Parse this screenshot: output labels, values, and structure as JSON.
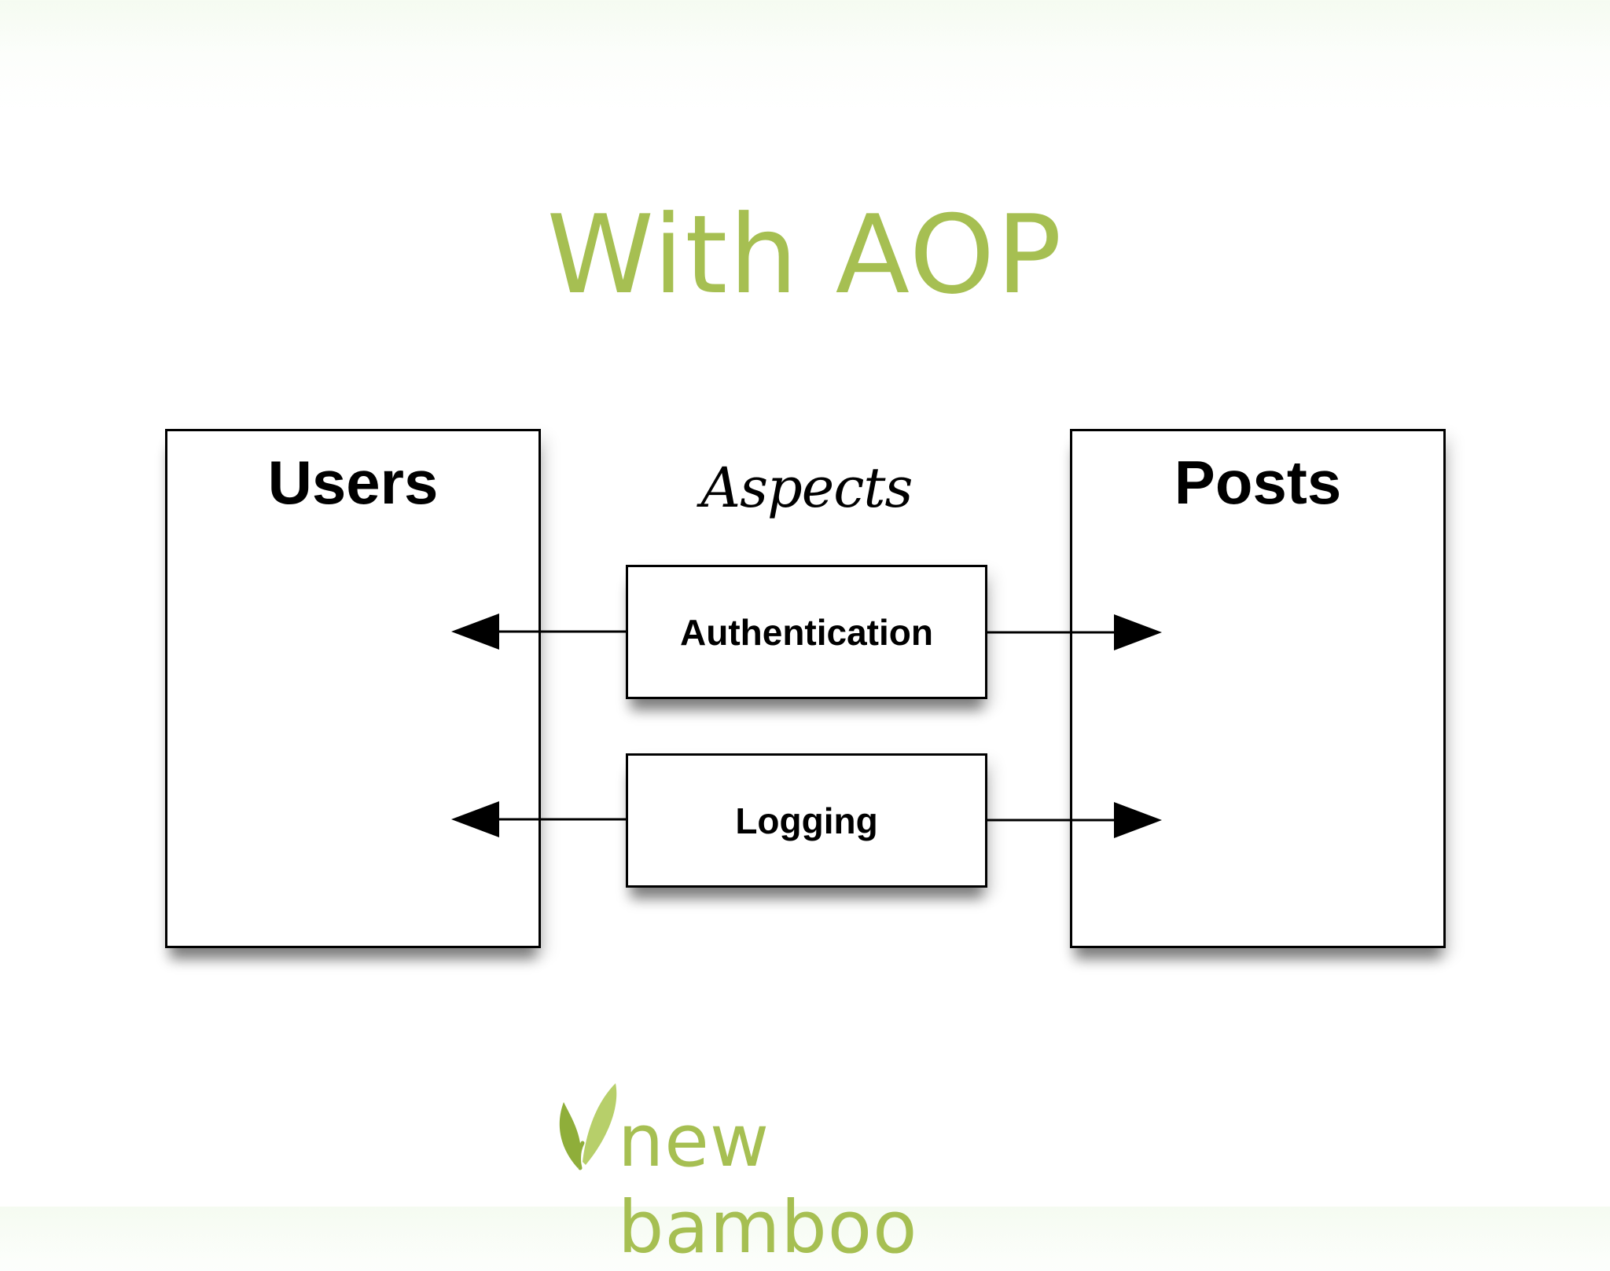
{
  "slide": {
    "title": "With AOP"
  },
  "diagram": {
    "left_entity": "Users",
    "right_entity": "Posts",
    "aspects_heading": "Aspects",
    "aspects": [
      {
        "label": "Authentication"
      },
      {
        "label": "Logging"
      }
    ]
  },
  "logo": {
    "text": "new bamboo",
    "icon": "bamboo-leaf-icon"
  },
  "colors": {
    "title": "#a6bf52",
    "logo": "#a6bf52",
    "leaf_dark": "#8fae3a",
    "leaf_light": "#b7cf6a",
    "stroke": "#000000"
  }
}
